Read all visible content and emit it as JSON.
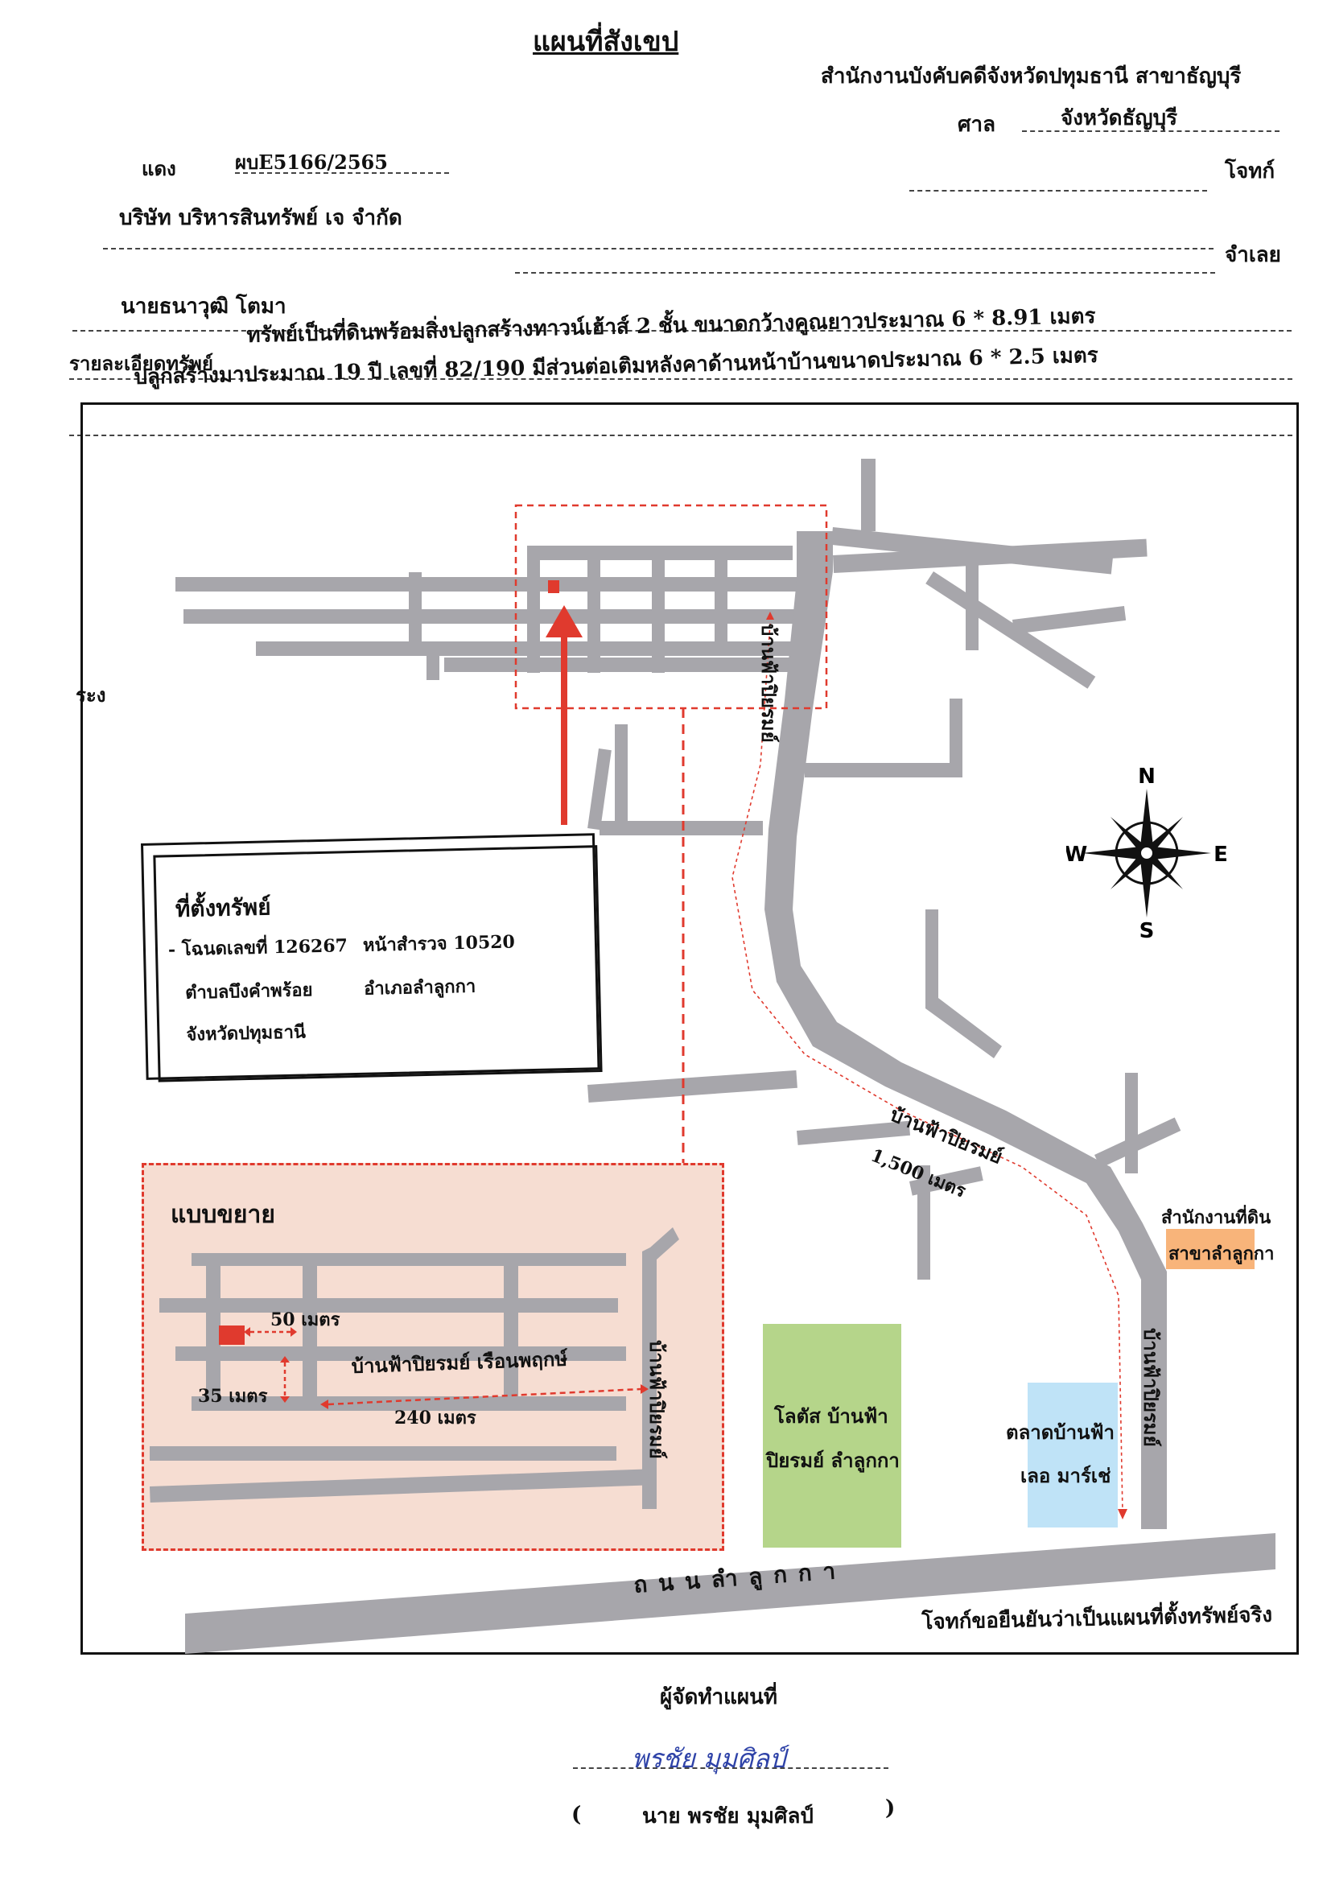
{
  "header": {
    "title": "แผนที่สังเขป",
    "office": "สำนักงานบังคับคดีจังหวัดปทุมธานี สาขาธัญบุรี",
    "court_label": "ศาล",
    "court_value": "จังหวัดธัญบุรี",
    "case_label": "แดง",
    "case_number": "ผบE5166/2565",
    "plaintiff_label": "โจทก์",
    "plaintiff_name": "บริษัท บริหารสินทรัพย์ เจ จำกัด",
    "defendant_label": "จำเลย",
    "defendant_name": "นายธนาวุฒิ โตมา",
    "property_label": "รายละเอียดทรัพย์",
    "property_line1": "ทรัพย์เป็นที่ดินพร้อมสิ่งปลูกสร้างทาวน์เฮ้าส์ 2 ชั้น ขนาดกว้างคูณยาวประมาณ 6 * 8.91 เมตร",
    "property_line2": "ปลูกสร้างมาประมาณ 19 ปี เลขที่ 82/190 มีส่วนต่อเติมหลังคาด้านหน้าบ้านขนาดประมาณ 6 * 2.5 เมตร"
  },
  "location_box": {
    "title": "ที่ตั้งทรัพย์",
    "deed": "- โฉนดเลขที่ 126267",
    "postal": "หน้าสำรวจ 10520",
    "subdistrict": "ตำบลบึงคำพร้อย",
    "district": "อำเภอลำลูกกา",
    "province": "จังหวัดปทุมธานี"
  },
  "map": {
    "road_village_top": "บ้านฟ้าปิยรมย์",
    "road_village_diag": "บ้านฟ้าปิยรมย์",
    "distance_diag": "1,500 เมตร",
    "road_village_right": "บ้านฟ้าปิยรมย์",
    "land_office_line1": "สำนักงานที่ดิน",
    "land_office_line2": "สาขาลำลูกกา",
    "lotus_line1": "โลตัส บ้านฟ้า",
    "lotus_line2": "ปิยรมย์ ลำลูกกา",
    "market_line1": "ตลาดบ้านฟ้า",
    "market_line2": "เลอ มาร์เช่",
    "main_road": "ถ น น ลำ ลู ก ก า",
    "left_edge_text": "ระง",
    "compass": {
      "n": "N",
      "s": "S",
      "e": "E",
      "w": "W"
    },
    "colors": {
      "road": "#a7a6ab",
      "marker": "#e03a2e",
      "zoom_bg": "#f6ddd2",
      "lotus": "#b5d58a",
      "market": "#bfe3f7",
      "land_office": "#f8b47a"
    }
  },
  "zoom": {
    "title": "แบบขยาย",
    "dist_50": "50 เมตร",
    "dist_35": "35 เมตร",
    "dist_240": "240 เมตร",
    "street_label": "บ้านฟ้าปิยรมย์ เรือนพฤกษ์",
    "vertical_label": "บ้านฟ้าปิยรมย์"
  },
  "footer": {
    "confirm": "โจทก์ขอยืนยันว่าเป็นแผนที่ตั้งทรัพย์จริง",
    "mapper_label": "ผู้จัดทำแผนที่",
    "signature": "พรชัย มุมศิลป์",
    "open_paren": "(",
    "mapper_name": "นาย พรชัย มุมศิลป์",
    "close_paren": ")"
  }
}
